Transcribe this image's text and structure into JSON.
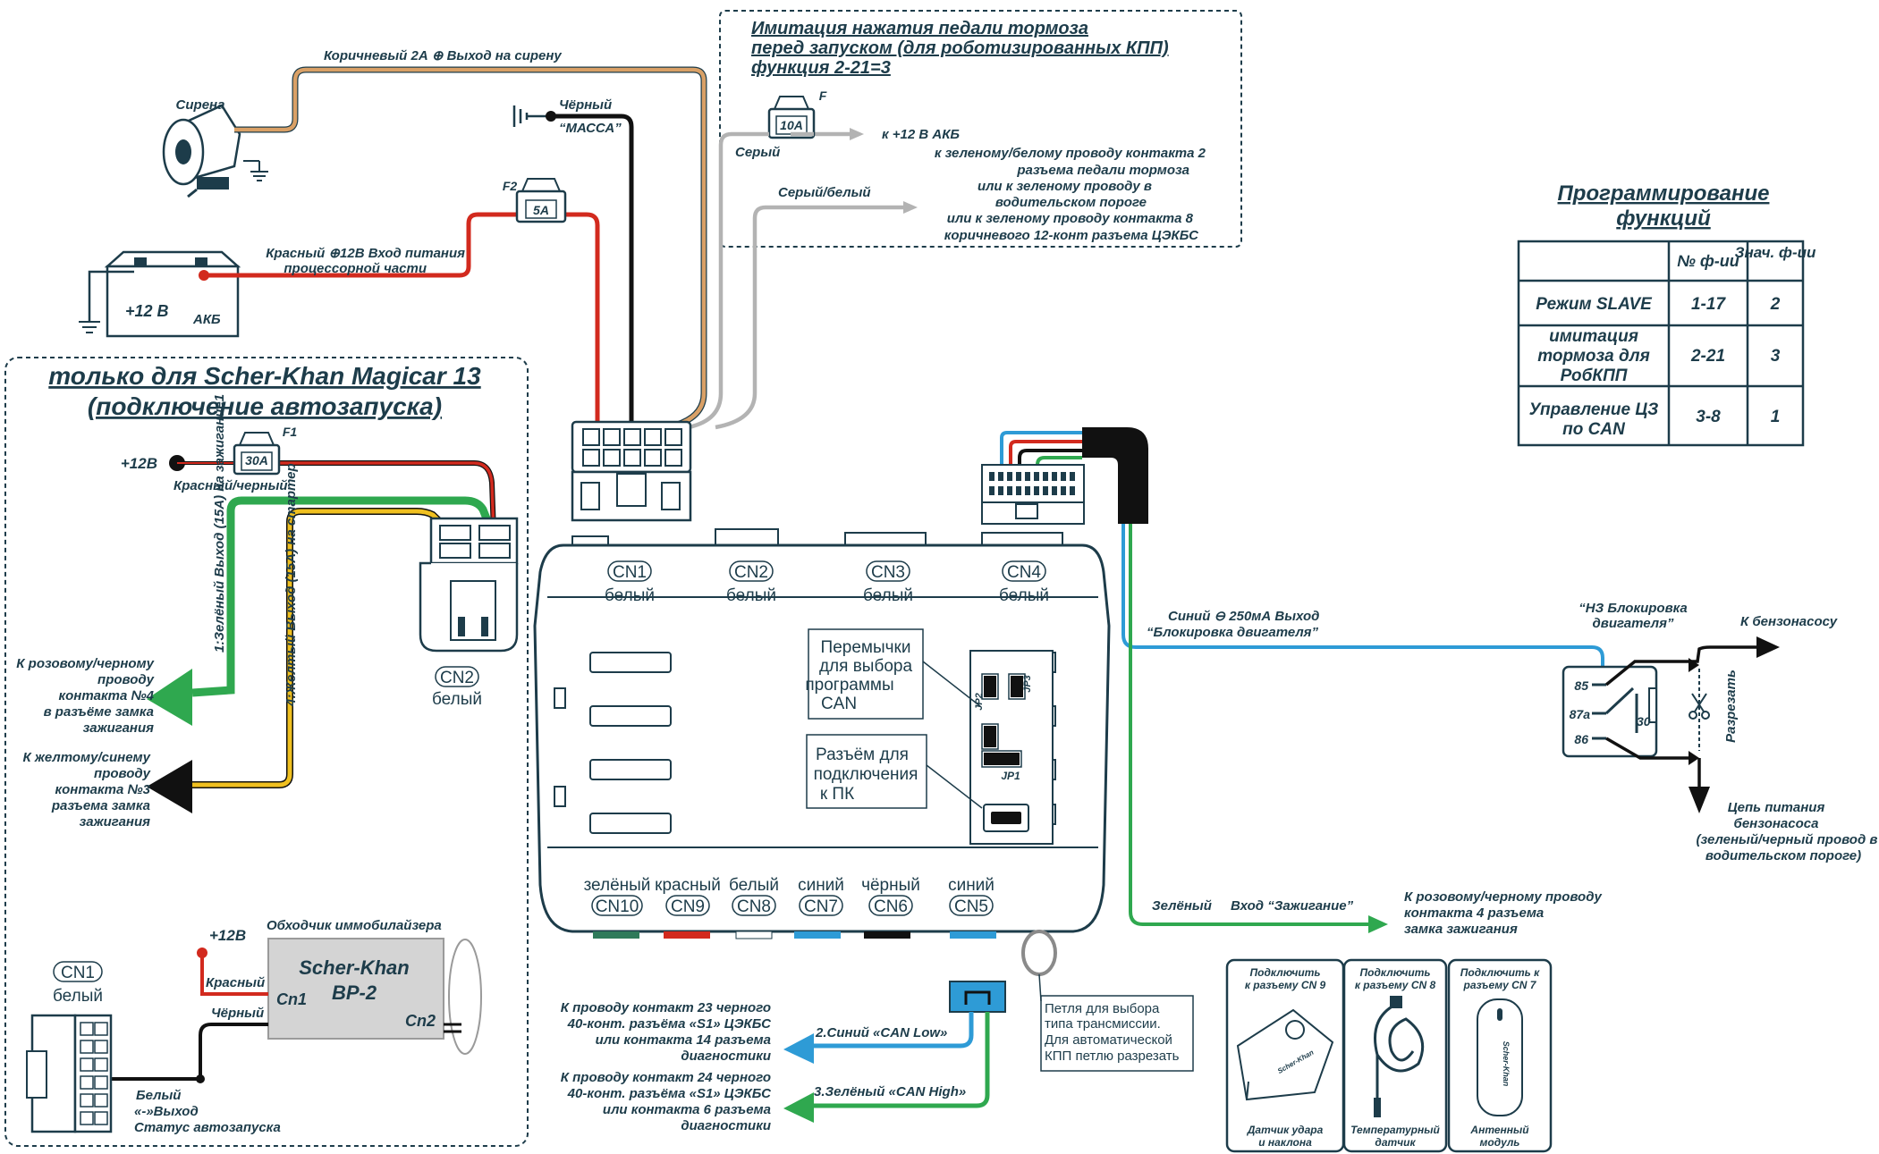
{
  "siren": {
    "label": "Сирена",
    "wire_label": "Коричневый 2А  ⊕ Выход на сирену"
  },
  "ground": {
    "line1": "Чёрный",
    "line2": "“МАССА”"
  },
  "battery": {
    "voltage": "+12 В",
    "name": "АКБ",
    "wire_line1": "Красный ⊕12В  Вход питания",
    "wire_line2": "процессорной части"
  },
  "fuse_f2": {
    "name": "F2",
    "rating": "5А"
  },
  "brake_box": {
    "title1": "Имитация нажатия педали тормоза",
    "title2": "перед запуском (для роботизированных КПП)",
    "title3": "функция 2-21=3",
    "fuse_name": "F",
    "fuse_rating": "10А",
    "gray_label": "Серый",
    "to_battery": "к +12 В АКБ",
    "gray_white_label": "Серый/белый",
    "desc": [
      "к зеленому/белому проводу контакта 2",
      "разъема педали тормоза",
      "или к зеленому проводу в",
      "водительском пороге",
      "или к зеленому проводу контакта 8",
      "коричневого 12-конт разъема ЦЭКБС"
    ]
  },
  "magicar": {
    "title1": "только для Scher-Khan Magicar 13",
    "title2": "(подключение автозапуска)",
    "fuse_name": "F1",
    "fuse_rating": "30А",
    "plus12": "+12В",
    "red_black": "Красный/черный",
    "green_wire": "1:Зелёный  Выход (15А) на зажигание1",
    "yellow_wire": "4:Желтый  Выход (15А) на стартер",
    "cn2": "CN2",
    "cn2_color": "белый",
    "ign_desc": [
      "К розовому/черному",
      "проводу",
      "контакта №4",
      "в разъёме замка",
      "зажигания"
    ],
    "start_desc": [
      "К желтому/синему",
      "проводу",
      "контакта №3",
      "разъема замка",
      "зажигания"
    ],
    "bypass_title": "Обходчик иммобилайзера",
    "bypass_name1": "Scher-Khan",
    "bypass_name2": "BP-2",
    "cn1_pin": "Cn1",
    "cn2_pin": "Cn2",
    "plus12b": "+12В",
    "red": "Красный",
    "black": "Чёрный",
    "cn1": "CN1",
    "cn1_color": "белый",
    "status": [
      "Белый",
      "«-»Выход",
      "Статус автозапуска"
    ]
  },
  "unit": {
    "top_connectors": [
      {
        "name": "CN1",
        "color": "белый"
      },
      {
        "name": "CN2",
        "color": "белый"
      },
      {
        "name": "CN3",
        "color": "белый"
      },
      {
        "name": "CN4",
        "color": "белый"
      }
    ],
    "bottom_connectors": [
      {
        "name": "CN10",
        "color": "зелёный"
      },
      {
        "name": "CN9",
        "color": "красный"
      },
      {
        "name": "CN8",
        "color": "белый"
      },
      {
        "name": "CN7",
        "color": "синий"
      },
      {
        "name": "CN6",
        "color": "чёрный"
      },
      {
        "name": "CN5",
        "color": "синий"
      }
    ],
    "jumpers_note": [
      "Перемычки",
      "для выбора",
      "программы",
      "CAN"
    ],
    "pc_note": [
      "Разъём для",
      "подключения",
      "к ПК"
    ],
    "jp1": "JP1",
    "jp2": "JP2",
    "jp3": "JP3",
    "loop_note": [
      "Петля для выбора",
      "типа трансмиссии.",
      "Для автоматической",
      "КПП петлю разрезать"
    ]
  },
  "can": {
    "low_label": "2.Синий «CAN Low»",
    "high_label": "3.Зелёный «CAN High»",
    "low_desc": [
      "К проводу контакт 23 черного",
      "40-конт. разъёма «S1» ЦЭКБС",
      "или контакта 14 разъема",
      "диагностики"
    ],
    "high_desc": [
      "К проводу контакт 24 черного",
      "40-конт. разъёма «S1» ЦЭКБС",
      "или контакта 6 разъема",
      "диагностики"
    ]
  },
  "immob": {
    "wire_label1": "Синий ⊖  250мА  Выход",
    "wire_label2": "“Блокировка двигателя”",
    "relay_title1": "“НЗ Блокировка",
    "relay_title2": "двигателя”",
    "pins": [
      "85",
      "87а",
      "86",
      "30"
    ],
    "to_pump": "К бензонасосу",
    "cut": "Разрезать",
    "circuit": [
      "Цепь питания",
      "бензонасоса",
      "(зеленый/черный провод в",
      "водительском пороге)"
    ]
  },
  "ignition_input": {
    "wire": "Зелёный",
    "label": "Вход “Зажигание”",
    "desc": [
      "К розовому/черному проводу",
      "контакта 4 разъема",
      "замка зажигания"
    ]
  },
  "programming": {
    "title1": "Программирование",
    "title2": "функций",
    "headers": [
      "",
      "№ ф-ии",
      "Знач. ф-ии"
    ],
    "rows": [
      {
        "name": [
          "Режим SLAVE"
        ],
        "func": "1-17",
        "value": "2"
      },
      {
        "name": [
          "имитация",
          "тормоза для",
          "РобКПП"
        ],
        "func": "2-21",
        "value": "3"
      },
      {
        "name": [
          "Управление ЦЗ",
          "по CAN"
        ],
        "func": "3-8",
        "value": "1"
      }
    ]
  },
  "accessories": [
    {
      "top": [
        "Подключить",
        "к разъему CN 9"
      ],
      "bottom": [
        "Датчик удара",
        "и наклона"
      ]
    },
    {
      "top": [
        "Подключить",
        "к разъему CN 8"
      ],
      "bottom": [
        "Температурный",
        "датчик"
      ]
    },
    {
      "top": [
        "Подключить к",
        "разъему CN 7"
      ],
      "bottom": [
        "Антенный",
        "модуль"
      ]
    }
  ],
  "brand_small": "Scher-Khan",
  "colors": {
    "ink": "#1d3c4a",
    "red": "#d22a1e",
    "brown": "#d9a066",
    "gray": "#b3b3b3",
    "green": "#2fa84f",
    "yellow": "#f0c020",
    "blue": "#2e9bd6",
    "black": "#111111"
  }
}
